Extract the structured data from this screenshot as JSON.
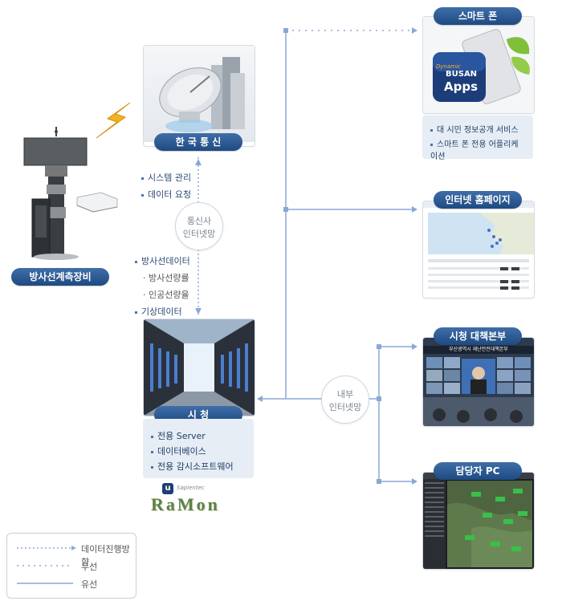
{
  "left_device": {
    "label": "방사선계측장비"
  },
  "telecom": {
    "label": "한 국 통 신"
  },
  "telecom_net": {
    "line1": "통신사",
    "line2": "인터넷망"
  },
  "telecom_notes": [
    "시스템 관리",
    "데이터 요청"
  ],
  "data_notes": {
    "radiation": "방사선데이터",
    "radiation_sub": [
      "방사선량률",
      "인공선량율"
    ],
    "weather": "기상데이터"
  },
  "city": {
    "label": "시 청",
    "items": [
      "전용 Server",
      "데이터베이스",
      "전용 감시소프트웨어"
    ]
  },
  "brand": {
    "small": "u",
    "sub": "Sapientec",
    "name": "RaMon"
  },
  "internal_net": {
    "line1": "내부",
    "line2": "인터넷망"
  },
  "smartphone": {
    "label": "스마트 폰",
    "app_text": {
      "top": "Dynamic",
      "mid": "BUSAN",
      "bottom": "Apps"
    },
    "items": [
      "대 시민 정보공개 서비스",
      "스마트 폰 전용 어플리케이션"
    ]
  },
  "homepage": {
    "label": "인터넷 홈페이지",
    "page_title": "실시간 환경방사선현황"
  },
  "hq": {
    "label": "시청 대책본부",
    "banner": "부산광역시 재난안전대책본부"
  },
  "pc": {
    "label": "담당자 PC"
  },
  "legend": [
    "데이터진행방향",
    "무선",
    "유선"
  ],
  "colors": {
    "accent": "#1f4a82",
    "line": "#8aa8d6"
  }
}
